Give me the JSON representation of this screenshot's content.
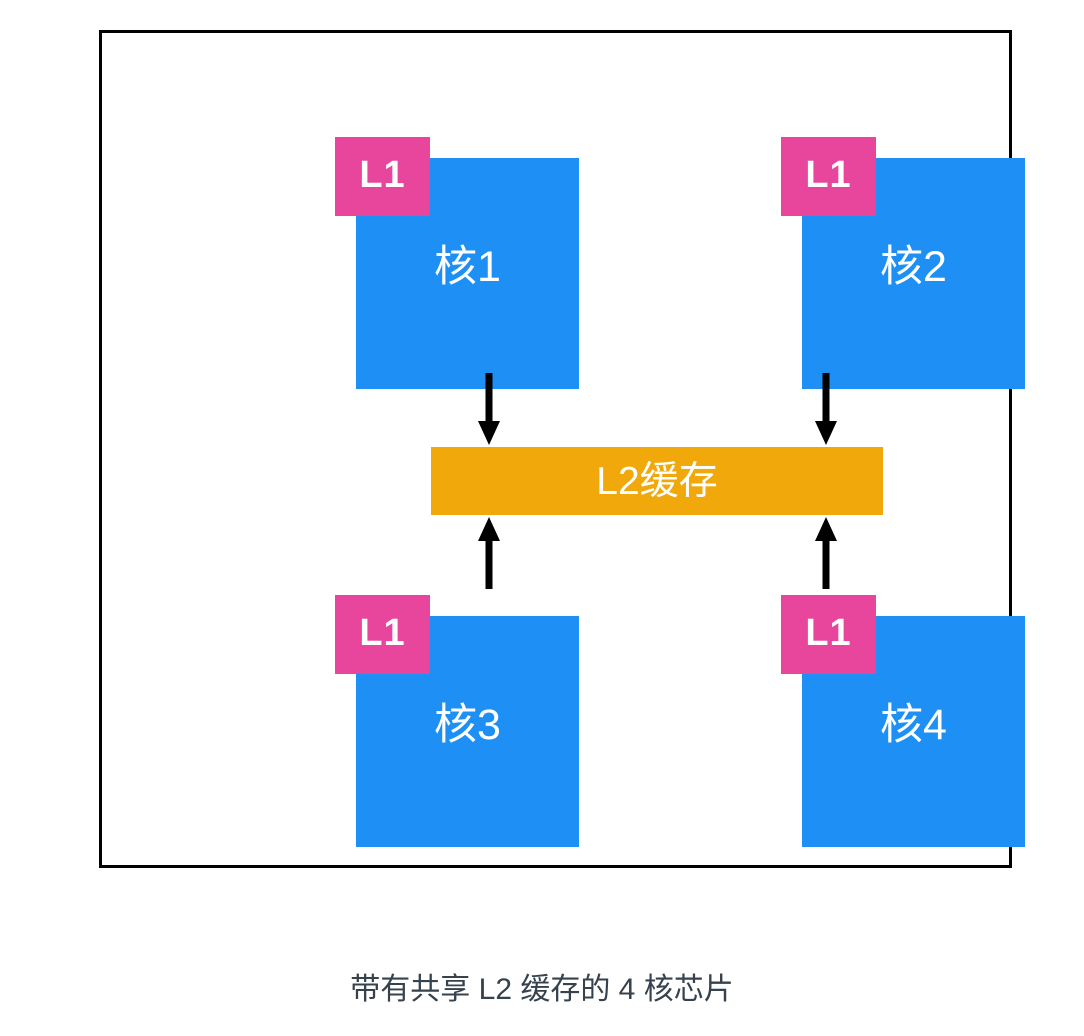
{
  "diagram": {
    "title": "",
    "caption": "带有共享 L2 缓存的 4 核芯片",
    "colors": {
      "core_fill": "#1e90f5",
      "l1_fill": "#e8459c",
      "l2_fill": "#f0a80a",
      "border": "#000000",
      "label_text": "#ffffff",
      "caption_text": "#36424e",
      "arrow": "#000000",
      "background": "#ffffff"
    },
    "cores": [
      {
        "id": "core1",
        "label": "核1",
        "cache_label": "L1",
        "row": "top",
        "column": "left"
      },
      {
        "id": "core2",
        "label": "核2",
        "cache_label": "L1",
        "row": "top",
        "column": "right"
      },
      {
        "id": "core3",
        "label": "核3",
        "cache_label": "L1",
        "row": "bottom",
        "column": "left"
      },
      {
        "id": "core4",
        "label": "核4",
        "cache_label": "L1",
        "row": "bottom",
        "column": "right"
      }
    ],
    "shared_cache": {
      "label": "L2缓存"
    },
    "connections": [
      {
        "id": "arrow-core1-to-l2",
        "from": "core1",
        "to": "shared_cache",
        "direction": "down"
      },
      {
        "id": "arrow-core2-to-l2",
        "from": "core2",
        "to": "shared_cache",
        "direction": "down"
      },
      {
        "id": "arrow-core3-to-l2",
        "from": "core3",
        "to": "shared_cache",
        "direction": "up"
      },
      {
        "id": "arrow-core4-to-l2",
        "from": "core4",
        "to": "shared_cache",
        "direction": "up"
      }
    ]
  }
}
